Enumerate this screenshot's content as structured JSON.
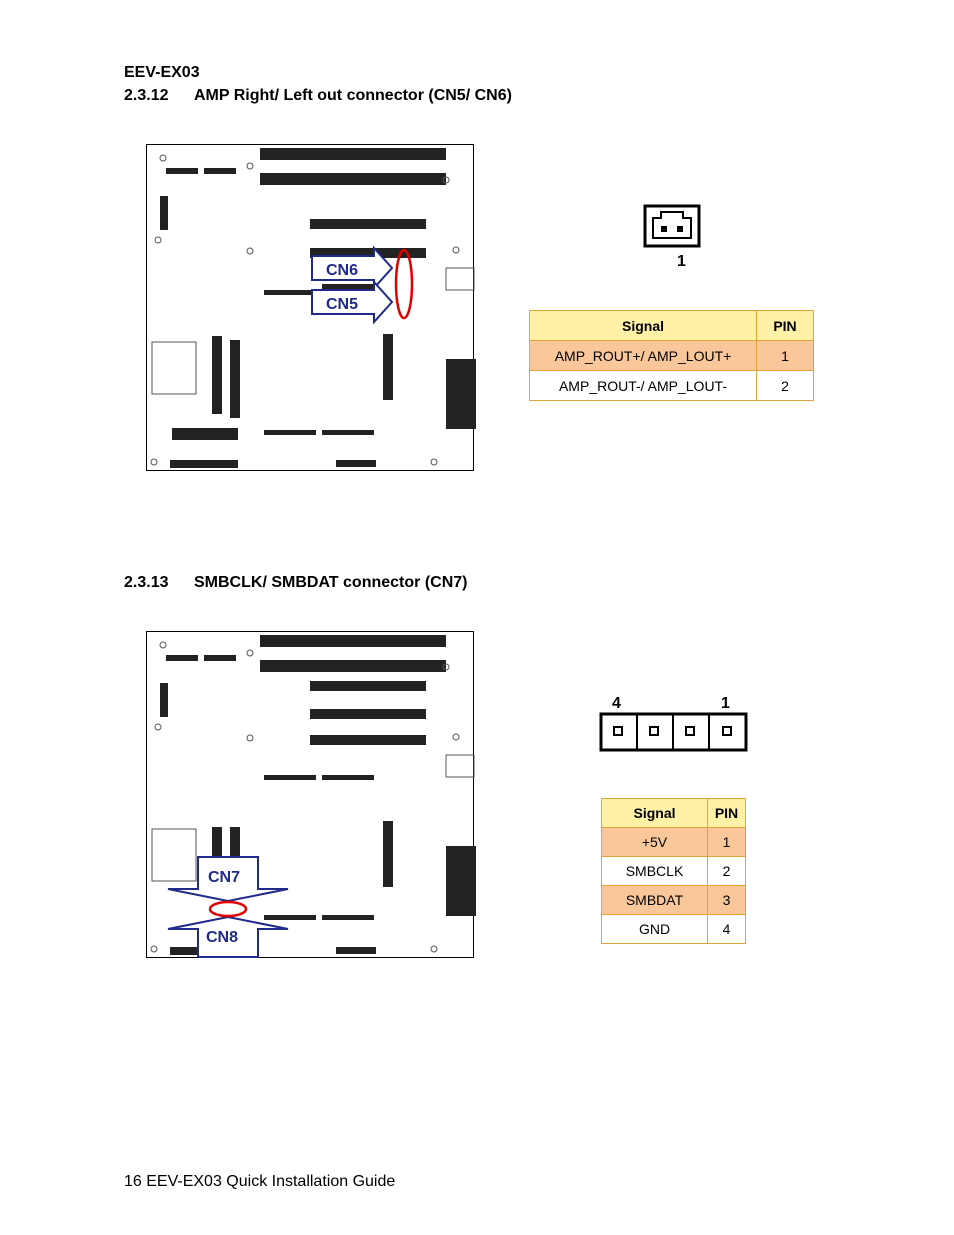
{
  "header": {
    "model": "EEV-EX03"
  },
  "section1": {
    "number": "2.3.12",
    "title": "AMP Right/ Left out connector (CN5/ CN6)",
    "labels": {
      "upper": "CN6",
      "lower": "CN5"
    },
    "connector_pin_label": "1",
    "table": {
      "headers": [
        "Signal",
        "PIN"
      ],
      "rows": [
        {
          "signal": "AMP_ROUT+/ AMP_LOUT+",
          "pin": "1"
        },
        {
          "signal": "AMP_ROUT-/ AMP_LOUT-",
          "pin": "2"
        }
      ]
    }
  },
  "section2": {
    "number": "2.3.13",
    "title": "SMBCLK/ SMBDAT connector (CN7)",
    "labels": {
      "upper": "CN7",
      "lower": "CN8"
    },
    "connector_pin_left": "4",
    "connector_pin_right": "1",
    "table": {
      "headers": [
        "Signal",
        "PIN"
      ],
      "rows": [
        {
          "signal": "+5V",
          "pin": "1"
        },
        {
          "signal": "SMBCLK",
          "pin": "2"
        },
        {
          "signal": "SMBDAT",
          "pin": "3"
        },
        {
          "signal": "GND",
          "pin": "4"
        }
      ]
    }
  },
  "footer": {
    "text": "16 EEV-EX03 Quick Installation Guide"
  },
  "colors": {
    "header_fill": "#fff2a6",
    "row_highlight": "#f9c79a",
    "border": "#e4a23a",
    "label_blue": "#1f2a8a",
    "marker_red": "#e00000"
  }
}
